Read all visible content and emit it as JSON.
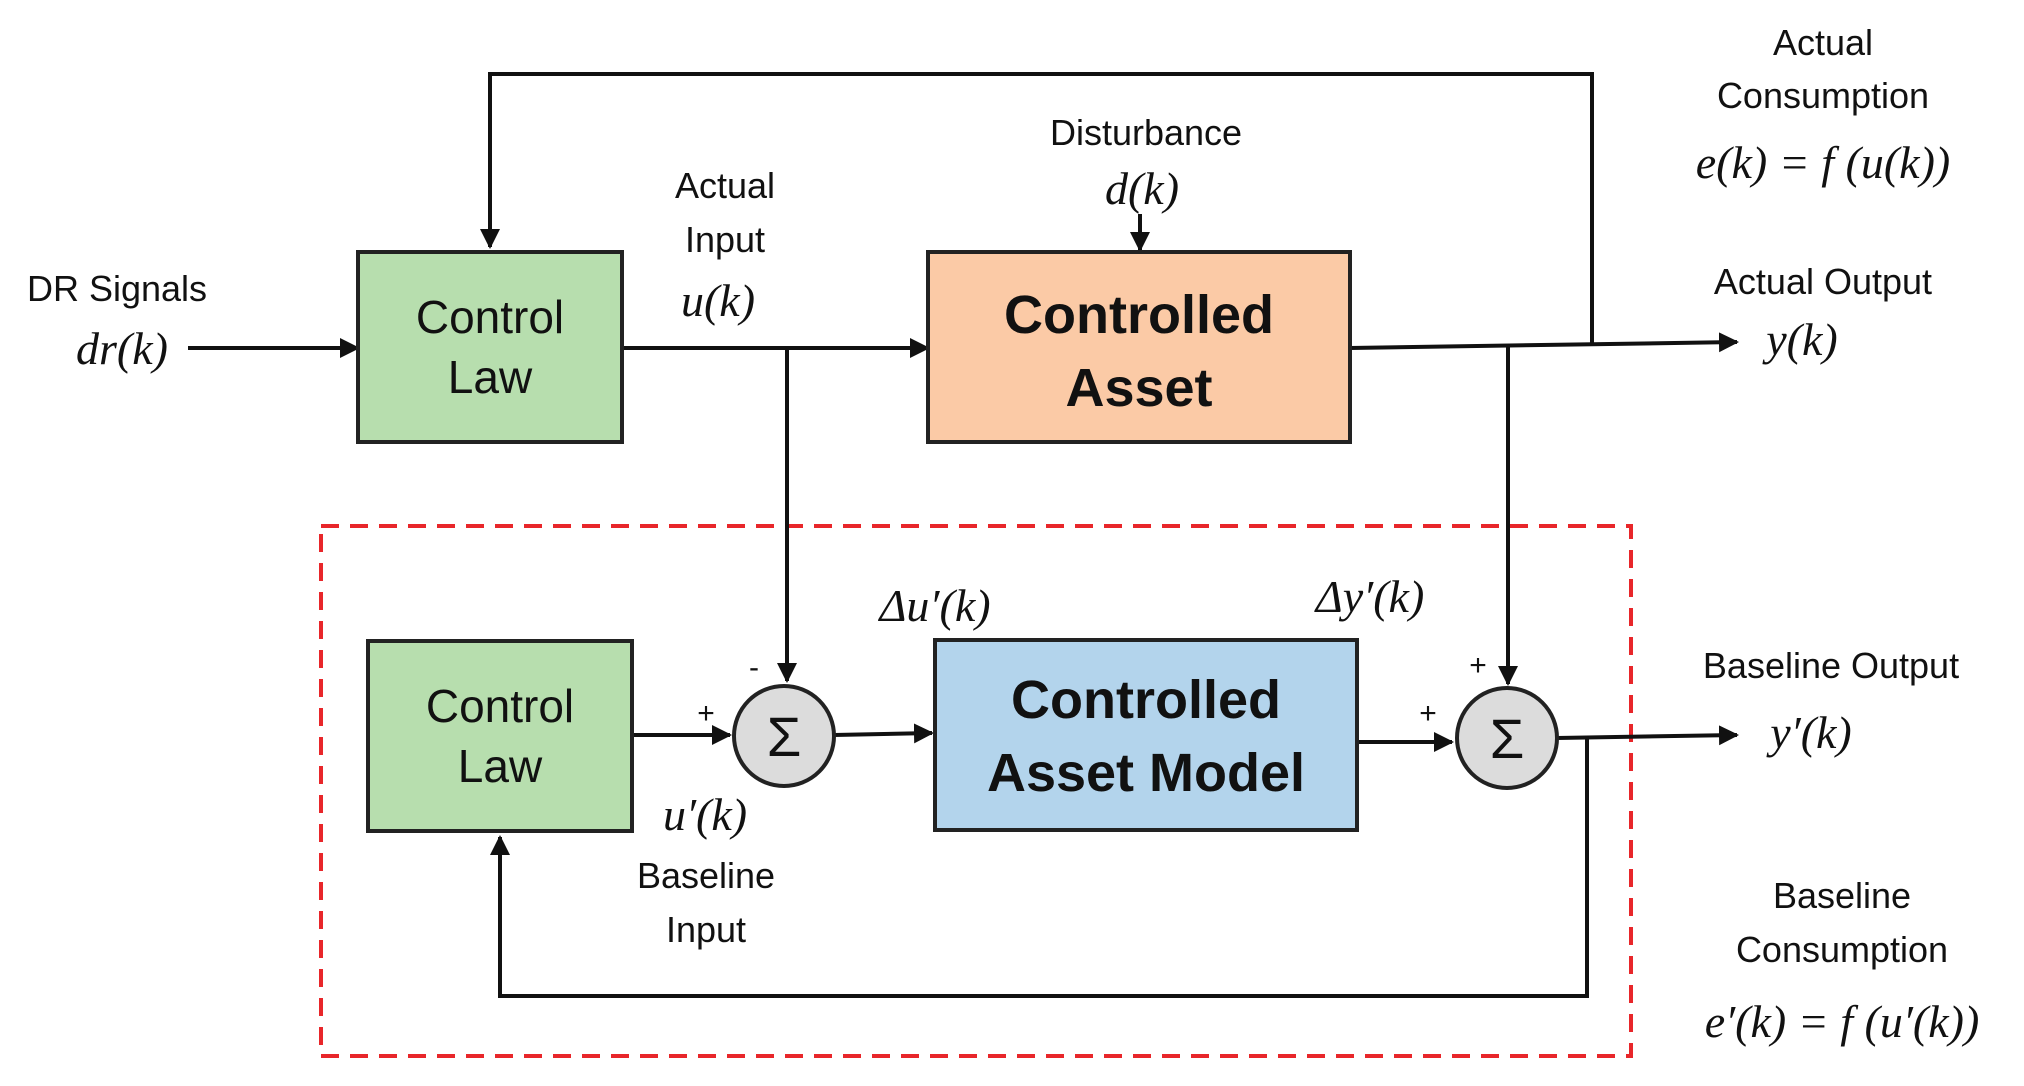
{
  "labels": {
    "dr_signals": "DR Signals",
    "dr_k": "dr(k)",
    "actual_input_line1": "Actual",
    "actual_input_line2": "Input",
    "u_k": "u(k)",
    "disturbance": "Disturbance",
    "d_k": "d(k)",
    "actual_consumption_line1": "Actual",
    "actual_consumption_line2": "Consumption",
    "e_k": "e(k) = f (u(k))",
    "actual_output": "Actual Output",
    "y_k": "y(k)",
    "delta_u": "Δu′(k)",
    "delta_y": "Δy′(k)",
    "baseline_output": "Baseline Output",
    "y_prime_k": "y′(k)",
    "u_prime_k": "u′(k)",
    "baseline_input_line1": "Baseline",
    "baseline_input_line2": "Input",
    "baseline_consumption_line1": "Baseline",
    "baseline_consumption_line2": "Consumption",
    "e_prime_k": "e′(k) = f (u′(k))"
  },
  "blocks": {
    "control_law_top": [
      "Control",
      "Law"
    ],
    "controlled_asset": [
      "Controlled",
      "Asset"
    ],
    "control_law_bottom": [
      "Control",
      "Law"
    ],
    "controlled_asset_model": [
      "Controlled",
      "Asset Model"
    ]
  },
  "sum_junctions": {
    "left": {
      "symbol": "Σ",
      "sign_top": "-",
      "sign_left": "+"
    },
    "right": {
      "symbol": "Σ",
      "sign_top": "+",
      "sign_left": "+"
    }
  },
  "colors": {
    "control_law_fill": "#b7deae",
    "controlled_asset_fill": "#fbcaa6",
    "model_fill": "#b3d4ec",
    "sum_fill": "#dcdcdc",
    "baseline_region_border": "#e8262a",
    "line": "#111111"
  }
}
